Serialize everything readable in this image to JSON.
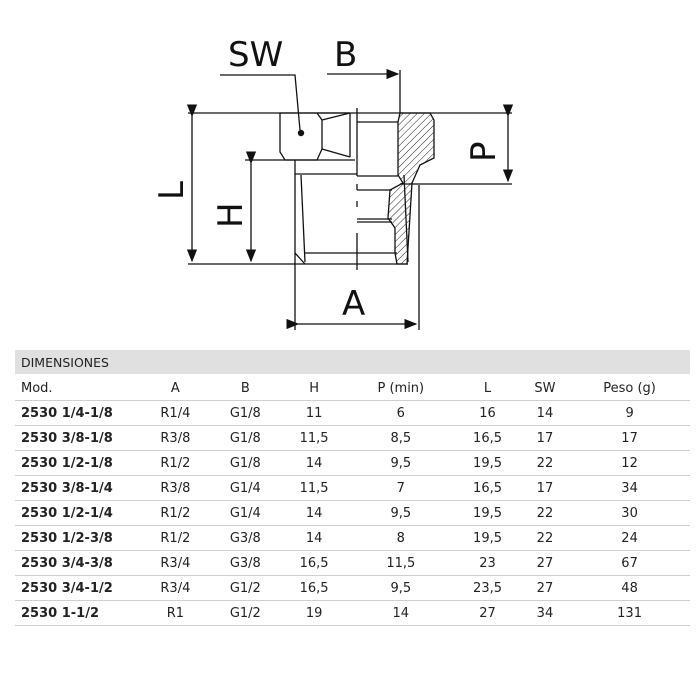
{
  "drawing": {
    "labels": {
      "sw": "SW",
      "b": "B",
      "p": "P",
      "l": "L",
      "h": "H",
      "a": "A"
    }
  },
  "table": {
    "title": "DIMENSIONES",
    "headers": [
      "Mod.",
      "A",
      "B",
      "H",
      "P (min)",
      "L",
      "SW",
      "Peso (g)"
    ],
    "rows": [
      [
        "2530 1/4-1/8",
        "R1/4",
        "G1/8",
        "11",
        "6",
        "16",
        "14",
        "9"
      ],
      [
        "2530 3/8-1/8",
        "R3/8",
        "G1/8",
        "11,5",
        "8,5",
        "16,5",
        "17",
        "17"
      ],
      [
        "2530 1/2-1/8",
        "R1/2",
        "G1/8",
        "14",
        "9,5",
        "19,5",
        "22",
        "12"
      ],
      [
        "2530 3/8-1/4",
        "R3/8",
        "G1/4",
        "11,5",
        "7",
        "16,5",
        "17",
        "34"
      ],
      [
        "2530 1/2-1/4",
        "R1/2",
        "G1/4",
        "14",
        "9,5",
        "19,5",
        "22",
        "30"
      ],
      [
        "2530 1/2-3/8",
        "R1/2",
        "G3/8",
        "14",
        "8",
        "19,5",
        "22",
        "24"
      ],
      [
        "2530 3/4-3/8",
        "R3/4",
        "G3/8",
        "16,5",
        "11,5",
        "23",
        "27",
        "67"
      ],
      [
        "2530 3/4-1/2",
        "R3/4",
        "G1/2",
        "16,5",
        "9,5",
        "23,5",
        "27",
        "48"
      ],
      [
        "2530 1-1/2",
        "R1",
        "G1/2",
        "19",
        "14",
        "27",
        "34",
        "131"
      ]
    ]
  }
}
